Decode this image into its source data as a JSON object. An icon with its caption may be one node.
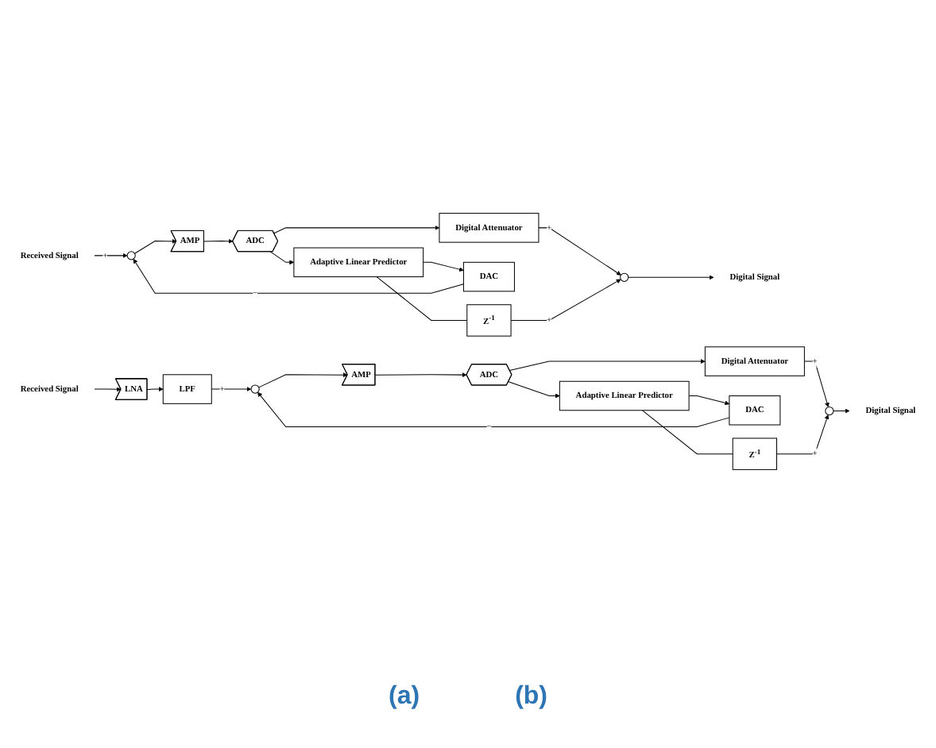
{
  "diagram": {
    "nodes": [
      {
        "text": [
          "Received Signal"
        ]
      },
      {
        "text": [],
        "shape": "circle"
      },
      {
        "text": [
          "AMP"
        ]
      },
      {
        "text": [
          "ADC"
        ]
      },
      {
        "text": [
          "Digital Attenuator"
        ]
      },
      {
        "text": [],
        "shape": "circle"
      },
      {
        "text": [
          "Digital Signal"
        ]
      },
      {
        "text": [
          "Adaptive Linear Predictor"
        ]
      },
      {
        "text": [
          "DAC"
        ]
      },
      {
        "text": [
          "Z$^{-1}$"
        ]
      },
      {
        "text": [
          "Received Signal"
        ]
      },
      {
        "text": [
          "LNA"
        ]
      },
      {
        "text": [
          "LPF"
        ]
      },
      {
        "text": [],
        "shape": "circle"
      },
      {
        "text": [
          "AMP"
        ]
      },
      {
        "text": [
          "ADC"
        ]
      },
      {
        "text": [
          "Digital Attenuator"
        ]
      },
      {
        "text": [],
        "shape": "circle"
      },
      {
        "text": [
          "Digital Signal"
        ]
      },
      {
        "text": [
          "Adaptive Linear Predictor"
        ]
      },
      {
        "text": [
          "DAC"
        ]
      },
      {
        "text": [
          "Z$^{-1}$"
        ]
      }
    ],
    "edges": [
      {
        "from": 0,
        "to": 1,
        "arrow": "to",
        "label": "+"
      },
      {
        "from": 1,
        "to": 2,
        "arrow": "to"
      },
      {
        "from": 2,
        "to": 3,
        "arrow": "to"
      },
      {
        "from": 3,
        "to": 4,
        "arrow": "to"
      },
      {
        "from": 3,
        "to": 7,
        "arrow": "to"
      },
      {
        "from": 4,
        "to": 5,
        "arrow": "to",
        "label": "+"
      },
      {
        "from": 5,
        "to": 6,
        "arrow": "to"
      },
      {
        "from": 7,
        "to": 8,
        "arrow": "to"
      },
      {
        "from": 7,
        "to": 9,
        "arrow": "none"
      },
      {
        "from": 9,
        "to": 5,
        "arrow": "to",
        "label": "+"
      },
      {
        "from": 8,
        "to": 1,
        "arrow": "to",
        "label": "−"
      },
      {
        "from": 10,
        "to": 11,
        "arrow": "to"
      },
      {
        "from": 11,
        "to": 12,
        "arrow": "to"
      },
      {
        "from": 12,
        "to": 13,
        "arrow": "to",
        "label": "+"
      },
      {
        "from": 13,
        "to": 14,
        "arrow": "to"
      },
      {
        "from": 14,
        "to": 15,
        "arrow": "to"
      },
      {
        "from": 15,
        "to": 16,
        "arrow": "to"
      },
      {
        "from": 15,
        "to": 19,
        "arrow": "to"
      },
      {
        "from": 16,
        "to": 17,
        "arrow": "to",
        "label": "+"
      },
      {
        "from": 17,
        "to": 18,
        "arrow": "to"
      },
      {
        "from": 19,
        "to": 20,
        "arrow": "to"
      },
      {
        "from": 19,
        "to": 21,
        "arrow": "none"
      },
      {
        "from": 21,
        "to": 17,
        "arrow": "to",
        "label": "+"
      },
      {
        "from": 20,
        "to": 13,
        "arrow": "to",
        "label": "−"
      }
    ],
    "labels": [
      "(a)",
      "(b)"
    ]
  }
}
